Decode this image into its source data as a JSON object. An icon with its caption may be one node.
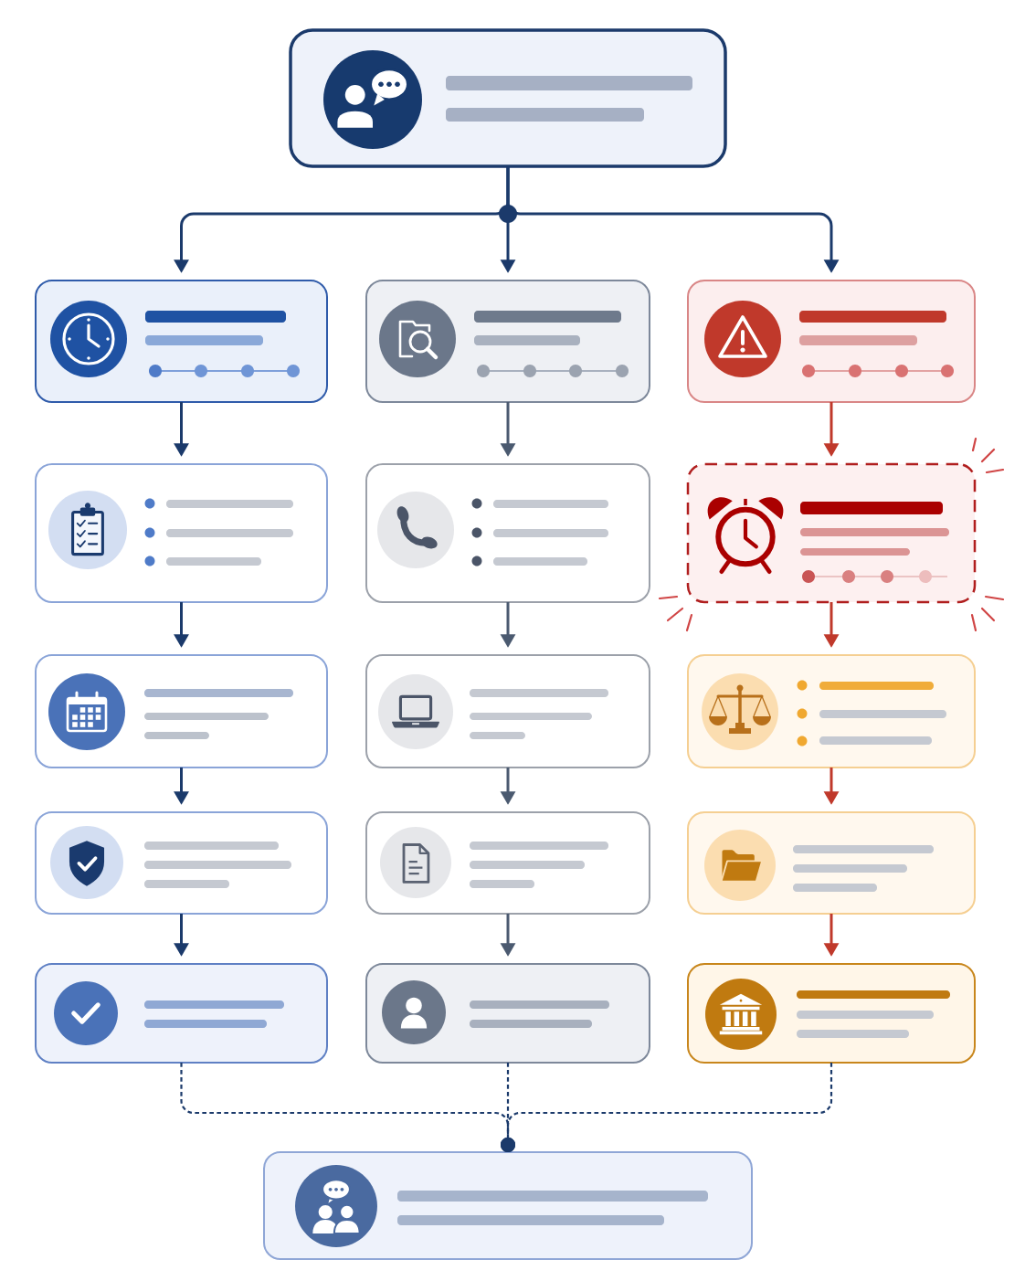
{
  "diagram": {
    "nodes": [
      {
        "text": [],
        "shape": "box"
      },
      {
        "text": [],
        "shape": "box"
      },
      {
        "text": [],
        "shape": "box"
      },
      {
        "text": [],
        "shape": "box"
      },
      {
        "text": [],
        "shape": "box"
      },
      {
        "text": [],
        "shape": "box"
      },
      {
        "text": [],
        "shape": "box"
      },
      {
        "text": [],
        "shape": "box"
      },
      {
        "text": [],
        "shape": "box"
      },
      {
        "text": [],
        "shape": "box"
      },
      {
        "text": [],
        "shape": "box"
      },
      {
        "text": [],
        "shape": "box"
      },
      {
        "text": [],
        "shape": "box"
      },
      {
        "text": [],
        "shape": "box"
      },
      {
        "text": [],
        "shape": "box"
      },
      {
        "text": [],
        "shape": "box"
      },
      {
        "text": [],
        "shape": "box"
      }
    ],
    "edges": [
      {
        "from": 0,
        "to": 1,
        "arrow": "to"
      },
      {
        "from": 0,
        "to": 2,
        "arrow": "to"
      },
      {
        "from": 0,
        "to": 3,
        "arrow": "to"
      },
      {
        "from": 1,
        "to": 4,
        "arrow": "to"
      },
      {
        "from": 4,
        "to": 7,
        "arrow": "to"
      },
      {
        "from": 7,
        "to": 10,
        "arrow": "to"
      },
      {
        "from": 10,
        "to": 13,
        "arrow": "to"
      },
      {
        "from": 2,
        "to": 5,
        "arrow": "to",
        "color": "#4b5a70"
      },
      {
        "from": 5,
        "to": 8,
        "arrow": "to",
        "color": "#4b5a70"
      },
      {
        "from": 8,
        "to": 11,
        "arrow": "to",
        "color": "#4b5a70"
      },
      {
        "from": 11,
        "to": 14,
        "arrow": "to",
        "color": "#4b5a70"
      },
      {
        "from": 3,
        "to": 6,
        "arrow": "to",
        "color": "#c0392b"
      },
      {
        "from": 6,
        "to": 9,
        "arrow": "to",
        "color": "#c0392b"
      },
      {
        "from": 9,
        "to": 12,
        "arrow": "to",
        "color": "#c0392b"
      },
      {
        "from": 12,
        "to": 15,
        "arrow": "to",
        "color": "#c0392b"
      },
      {
        "from": 13,
        "to": 16,
        "arrow": "other",
        "style": "dashed"
      },
      {
        "from": 14,
        "to": 16,
        "arrow": "other",
        "style": "dashed"
      },
      {
        "from": 15,
        "to": 16,
        "arrow": "other",
        "style": "dashed"
      }
    ]
  }
}
